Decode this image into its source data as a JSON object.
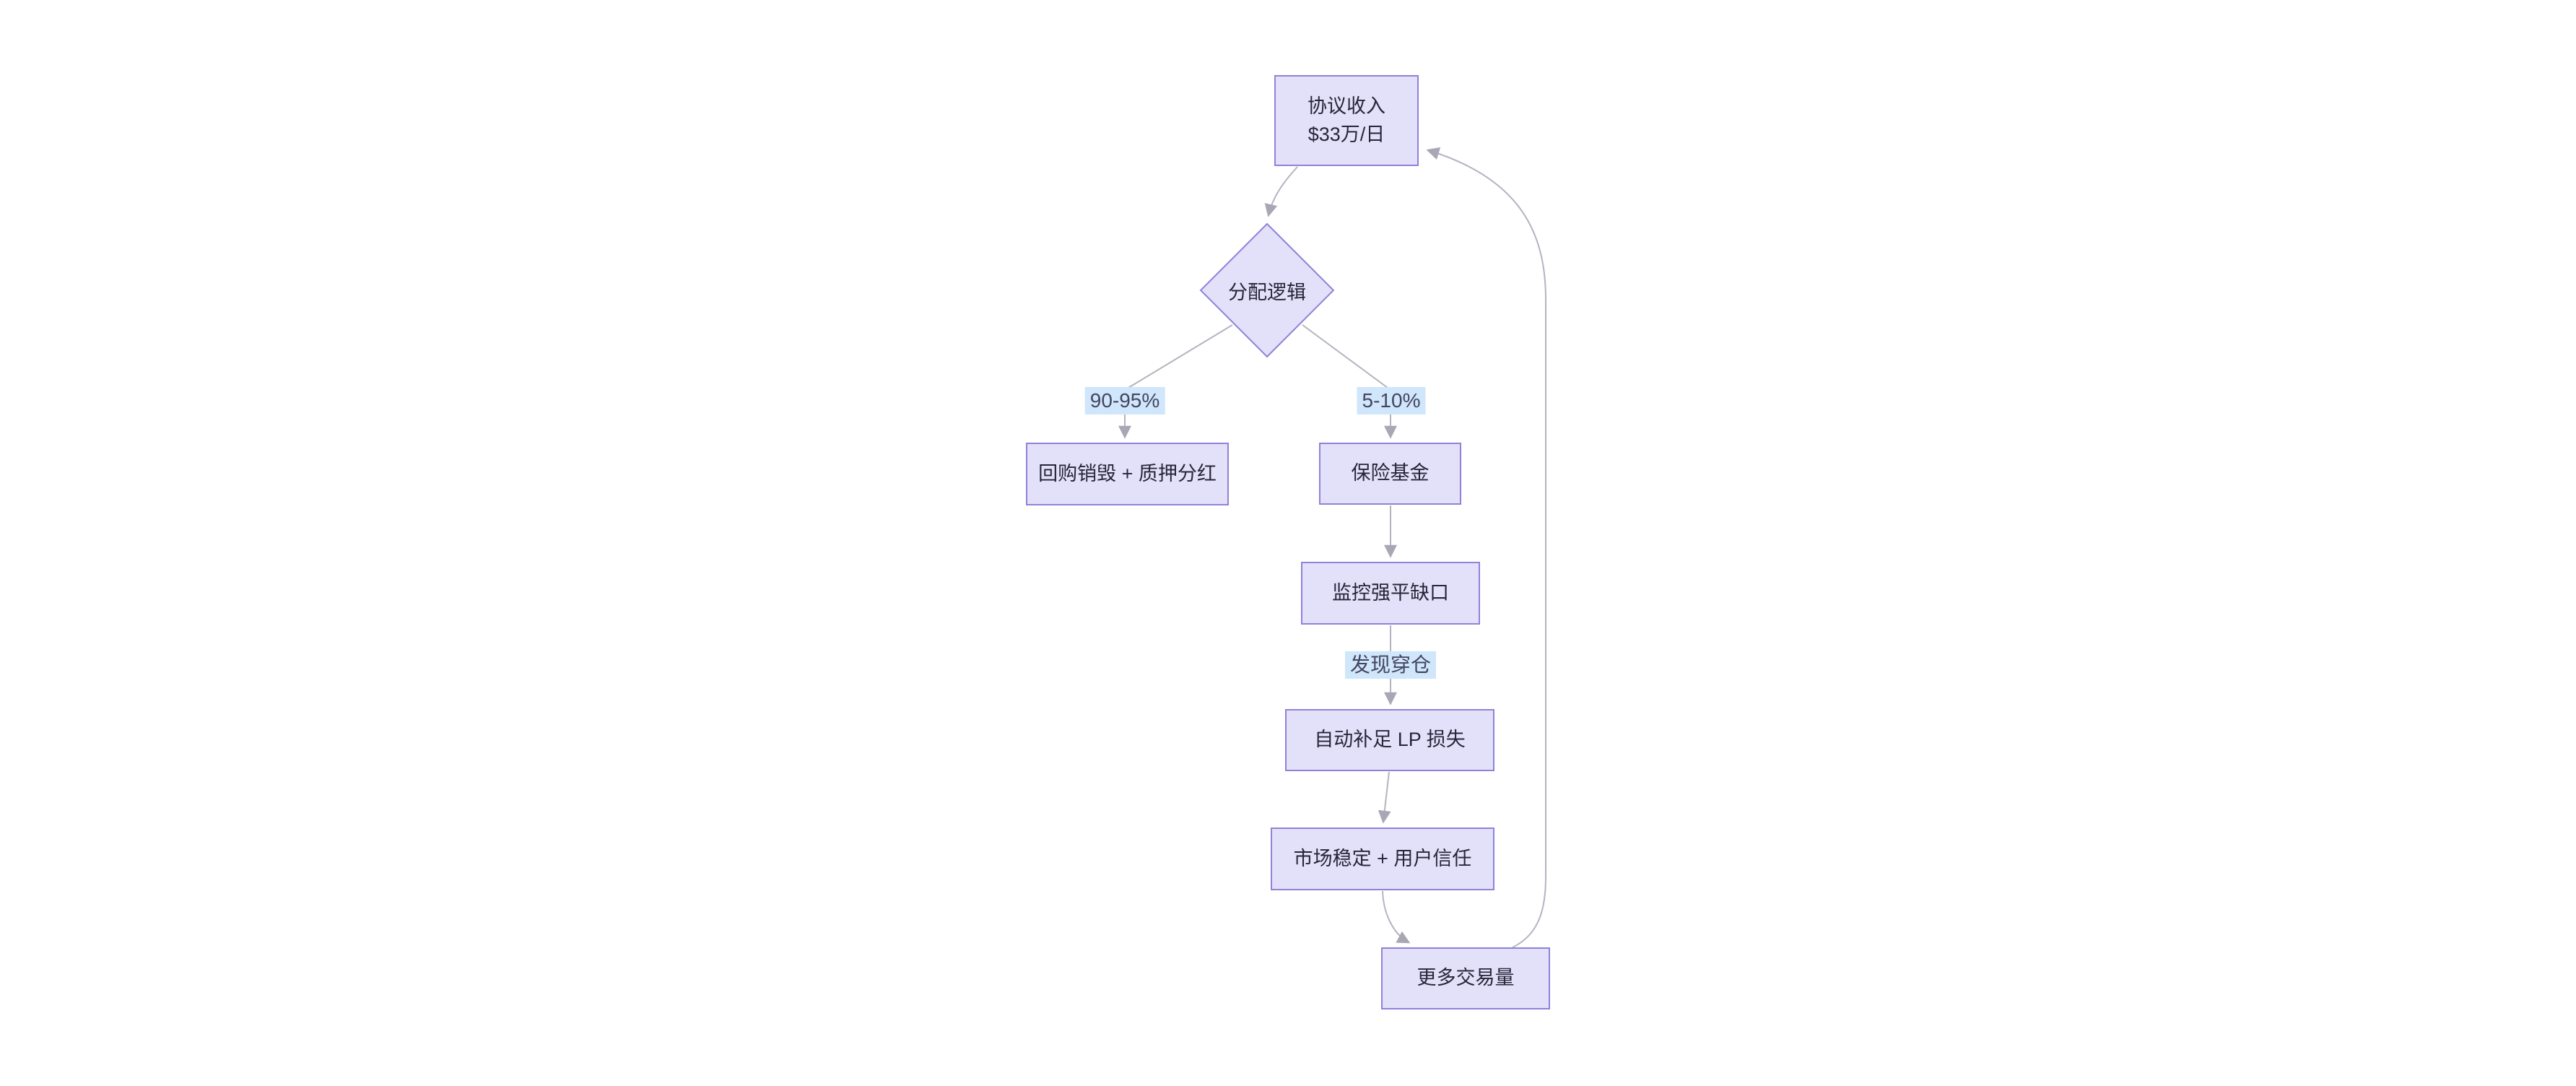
{
  "diagram_type": "flowchart",
  "direction": "top-bottom",
  "nodes": {
    "revenue": {
      "line1": "协议收入",
      "line2": "$33万/日"
    },
    "decision": {
      "label": "分配逻辑"
    },
    "buyback": {
      "label": "回购销毁 + 质押分红"
    },
    "insurance": {
      "label": "保险基金"
    },
    "monitor": {
      "label": "监控强平缺口"
    },
    "compensate": {
      "label": "自动补足 LP 损失"
    },
    "stability": {
      "label": "市场稳定 + 用户信任"
    },
    "volume": {
      "label": "更多交易量"
    }
  },
  "edge_labels": {
    "to_buyback": "90-95%",
    "to_insurance": "5-10%",
    "breach_found": "发现穿仓"
  },
  "edges": [
    {
      "from": "revenue",
      "to": "decision",
      "label": ""
    },
    {
      "from": "decision",
      "to": "buyback",
      "label": "90-95%"
    },
    {
      "from": "decision",
      "to": "insurance",
      "label": "5-10%"
    },
    {
      "from": "insurance",
      "to": "monitor",
      "label": ""
    },
    {
      "from": "monitor",
      "to": "compensate",
      "label": "发现穿仓"
    },
    {
      "from": "compensate",
      "to": "stability",
      "label": ""
    },
    {
      "from": "stability",
      "to": "volume",
      "label": ""
    },
    {
      "from": "volume",
      "to": "revenue",
      "label": ""
    }
  ],
  "colors": {
    "node_fill": "#e3e1f9",
    "node_border": "#9181da",
    "node_text": "#26263a",
    "edge_stroke": "#b4b4c0",
    "arrow_fill": "#a8a8b5",
    "edge_label_bg": "#cfe6fb",
    "edge_label_text": "#45455f",
    "canvas_bg": "#ffffff"
  }
}
